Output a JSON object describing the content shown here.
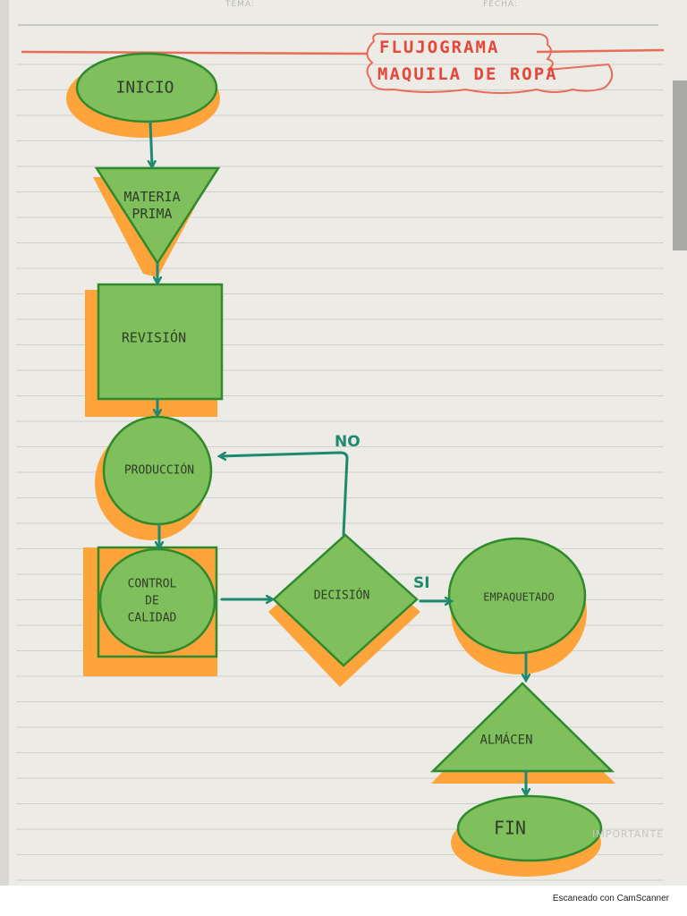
{
  "header": {
    "tema_label": "TEMA:",
    "fecha_label": "FECHA:"
  },
  "title": {
    "line1": "FLUJOGRAMA",
    "line2": "MAQUILA DE ROPA"
  },
  "colors": {
    "shape_fill": "#7fbf5c",
    "shape_stroke": "#2f8a2d",
    "shadow": "#ffa43a",
    "arrow": "#1d8a6e",
    "title": "#e5473a",
    "rule_red": "#e86c5a",
    "paper_lines": "#cfcfca"
  },
  "nodes": {
    "inicio": "INICIO",
    "materia_prima": "MATERIA\nPRIMA",
    "revision": "REVISIÓN",
    "produccion": "PRODUCCIÓN",
    "control": "CONTROL\nDE\nCALIDAD",
    "decision": "DECISIÓN",
    "empaquetado": "EMPAQUETADO",
    "almacen": "ALMÁCEN",
    "fin": "FIN"
  },
  "edges": {
    "no_label": "NO",
    "si_label": "SI"
  },
  "footer": {
    "importante": "IMPORTANTE",
    "credit": "Escaneado con CamScanner"
  }
}
